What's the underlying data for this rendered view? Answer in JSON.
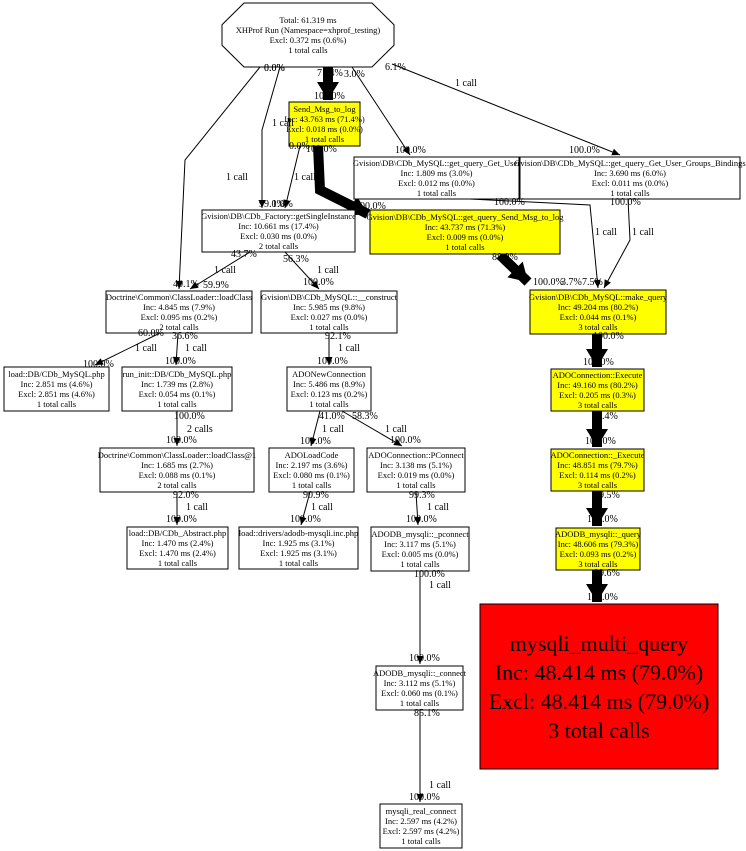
{
  "colors": {
    "highlight": "#ffff00",
    "hot": "#ff0000",
    "normal": "#ffffff",
    "stroke": "#000000"
  },
  "nodes": [
    {
      "id": "main",
      "shape": "octagon",
      "lines": [
        "Total: 61.319 ms",
        "XHProf Run (Namespace=xhprof_testing)",
        "Excl: 0.372 ms (0.6%)",
        "1 total calls"
      ]
    },
    {
      "id": "send_msg_to_log",
      "fill": "highlight",
      "lines": [
        "Send_Msg_to_log",
        "Inc: 43.763 ms (71.4%)",
        "Excl: 0.018 ms (0.0%)",
        "1 total calls"
      ]
    },
    {
      "id": "get_query_get_user",
      "lines": [
        "Gvision\\DB\\CDb_MySQL::get_query_Get_User",
        "Inc: 1.809 ms (3.0%)",
        "Excl: 0.012 ms (0.0%)",
        "1 total calls"
      ]
    },
    {
      "id": "get_query_get_user_groups_bindings",
      "lines": [
        "Gvision\\DB\\CDb_MySQL::get_query_Get_User_Groups_Bindings",
        "Inc: 3.690 ms (6.0%)",
        "Excl: 0.011 ms (0.0%)",
        "1 total calls"
      ]
    },
    {
      "id": "get_single_instance",
      "lines": [
        "Gvision\\DB\\CDb_Factory::getSingleInstance",
        "Inc: 10.661 ms (17.4%)",
        "Excl: 0.030 ms (0.0%)",
        "2 total calls"
      ]
    },
    {
      "id": "get_query_send_msg_to_log",
      "fill": "highlight",
      "lines": [
        "Gvision\\DB\\CDb_MySQL::get_query_Send_Msg_to_log",
        "Inc: 43.737 ms (71.3%)",
        "Excl: 0.009 ms (0.0%)",
        "1 total calls"
      ]
    },
    {
      "id": "load_class",
      "lines": [
        "Doctrine\\Common\\ClassLoader::loadClass",
        "Inc: 4.845 ms (7.9%)",
        "Excl: 0.095 ms (0.2%)",
        "2 total calls"
      ]
    },
    {
      "id": "construct",
      "lines": [
        "Gvision\\DB\\CDb_MySQL::__construct",
        "Inc: 5.985 ms (9.8%)",
        "Excl: 0.027 ms (0.0%)",
        "1 total calls"
      ]
    },
    {
      "id": "make_query",
      "fill": "highlight",
      "lines": [
        "Gvision\\DB\\CDb_MySQL::make_query",
        "Inc: 49.204 ms (80.2%)",
        "Excl: 0.044 ms (0.1%)",
        "3 total calls"
      ]
    },
    {
      "id": "load_cdb_mysql",
      "lines": [
        "load::DB/CDb_MySQL.php",
        "Inc: 2.851 ms (4.6%)",
        "Excl: 2.851 ms (4.6%)",
        "1 total calls"
      ]
    },
    {
      "id": "run_init_cdb_mysql",
      "lines": [
        "run_init::DB/CDb_MySQL.php",
        "Inc: 1.739 ms (2.8%)",
        "Excl: 0.054 ms (0.1%)",
        "1 total calls"
      ]
    },
    {
      "id": "ado_new_connection",
      "lines": [
        "ADONewConnection",
        "Inc: 5.486 ms (8.9%)",
        "Excl: 0.123 ms (0.2%)",
        "1 total calls"
      ]
    },
    {
      "id": "ado_execute",
      "fill": "highlight",
      "lines": [
        "ADOConnection::Execute",
        "Inc: 49.160 ms (80.2%)",
        "Excl: 0.205 ms (0.3%)",
        "3 total calls"
      ]
    },
    {
      "id": "load_class_1",
      "lines": [
        "Doctrine\\Common\\ClassLoader::loadClass@1",
        "Inc: 1.685 ms (2.7%)",
        "Excl: 0.088 ms (0.1%)",
        "2 total calls"
      ]
    },
    {
      "id": "ado_load_code",
      "lines": [
        "ADOLoadCode",
        "Inc: 2.197 ms (3.6%)",
        "Excl: 0.080 ms (0.1%)",
        "1 total calls"
      ]
    },
    {
      "id": "ado_pconnect",
      "lines": [
        "ADOConnection::PConnect",
        "Inc: 3.138 ms (5.1%)",
        "Excl: 0.019 ms (0.0%)",
        "1 total calls"
      ]
    },
    {
      "id": "ado__execute",
      "fill": "highlight",
      "lines": [
        "ADOConnection::_Execute",
        "Inc: 48.851 ms (79.7%)",
        "Excl: 0.114 ms (0.2%)",
        "3 total calls"
      ]
    },
    {
      "id": "load_cdb_abstract",
      "lines": [
        "load::DB/CDb_Abstract.php",
        "Inc: 1.470 ms (2.4%)",
        "Excl: 1.470 ms (2.4%)",
        "1 total calls"
      ]
    },
    {
      "id": "load_adodb_mysqli",
      "lines": [
        "load::drivers/adodb-mysqli.inc.php",
        "Inc: 1.925 ms (3.1%)",
        "Excl: 1.925 ms (3.1%)",
        "1 total calls"
      ]
    },
    {
      "id": "adodb_pconnect",
      "lines": [
        "ADODB_mysqli::_pconnect",
        "Inc: 3.117 ms (5.1%)",
        "Excl: 0.005 ms (0.0%)",
        "1 total calls"
      ]
    },
    {
      "id": "adodb_query",
      "fill": "highlight",
      "lines": [
        "ADODB_mysqli::_query",
        "Inc: 48.606 ms (79.3%)",
        "Excl: 0.093 ms (0.2%)",
        "3 total calls"
      ]
    },
    {
      "id": "mysqli_multi_query",
      "fill": "hot",
      "big": true,
      "lines": [
        "mysqli_multi_query",
        "Inc: 48.414 ms (79.0%)",
        "Excl: 48.414 ms (79.0%)",
        "3 total calls"
      ]
    },
    {
      "id": "adodb_connect",
      "lines": [
        "ADODB_mysqli::_connect",
        "Inc: 3.112 ms (5.1%)",
        "Excl: 0.060 ms (0.1%)",
        "1 total calls"
      ]
    },
    {
      "id": "mysqli_real_connect",
      "lines": [
        "mysqli_real_connect",
        "Inc: 2.597 ms (4.2%)",
        "Excl: 2.597 ms (4.2%)",
        "1 total calls"
      ]
    }
  ],
  "edges": [
    {
      "from": "main",
      "to": "send_msg_to_log",
      "weight": 71.4,
      "calls": "",
      "head_pct": "100.0%",
      "tail_pct": "71.4%"
    },
    {
      "from": "main",
      "to": "get_query_get_user",
      "weight": 3.0,
      "calls": "1 call",
      "head_pct": "100.0%",
      "tail_pct": "3.0%"
    },
    {
      "from": "main",
      "to": "get_query_get_user_groups_bindings",
      "weight": 6.0,
      "calls": "1 call",
      "head_pct": "100.0%",
      "tail_pct": "6.1%"
    },
    {
      "from": "main",
      "to": "get_single_instance",
      "weight": 0.5,
      "calls": "1 call",
      "head_pct": "99.0%",
      "tail_pct": "0.0%"
    },
    {
      "from": "main",
      "to": "load_class",
      "weight": 0.5,
      "calls": "1 call",
      "head_pct": "40.1%",
      "tail_pct": "0.0%"
    },
    {
      "from": "send_msg_to_log",
      "to": "get_single_instance",
      "weight": 0.5,
      "calls": "1 call",
      "head_pct": "1.0%",
      "tail_pct": "0.0%"
    },
    {
      "from": "send_msg_to_log",
      "to": "get_query_send_msg_to_log",
      "weight": 71.3,
      "calls": "",
      "head_pct": "100.0%",
      "tail_pct": "100.0%"
    },
    {
      "from": "get_query_get_user",
      "to": "make_query",
      "weight": 3.0,
      "calls": "1 call",
      "head_pct": "3.7%",
      "tail_pct": "100.0%"
    },
    {
      "from": "get_query_get_user_groups_bindings",
      "to": "make_query",
      "weight": 6.0,
      "calls": "1 call",
      "head_pct": "7.5%",
      "tail_pct": "100.0%"
    },
    {
      "from": "get_single_instance",
      "to": "load_class",
      "weight": 0.5,
      "calls": "1 call",
      "head_pct": "59.9%",
      "tail_pct": "43.7%"
    },
    {
      "from": "get_single_instance",
      "to": "construct",
      "weight": 0.5,
      "calls": "1 call",
      "head_pct": "100.0%",
      "tail_pct": "56.3%"
    },
    {
      "from": "get_query_send_msg_to_log",
      "to": "make_query",
      "weight": 71.3,
      "calls": "",
      "head_pct": "88.9%",
      "tail_pct": "100.0%"
    },
    {
      "from": "load_class",
      "to": "load_cdb_mysql",
      "weight": 0.5,
      "calls": "1 call",
      "head_pct": "100.0%",
      "tail_pct": "60.0%"
    },
    {
      "from": "load_class",
      "to": "run_init_cdb_mysql",
      "weight": 0.5,
      "calls": "1 call",
      "head_pct": "100.0%",
      "tail_pct": "36.6%"
    },
    {
      "from": "construct",
      "to": "ado_new_connection",
      "weight": 0.5,
      "calls": "1 call",
      "head_pct": "100.0%",
      "tail_pct": "92.1%"
    },
    {
      "from": "make_query",
      "to": "ado_execute",
      "weight": 80.2,
      "calls": "",
      "head_pct": "100.0%",
      "tail_pct": "100.0%"
    },
    {
      "from": "run_init_cdb_mysql",
      "to": "load_class_1",
      "weight": 0.5,
      "calls": "2 calls",
      "head_pct": "100.0%",
      "tail_pct": "100.0%"
    },
    {
      "from": "ado_new_connection",
      "to": "ado_load_code",
      "weight": 0.5,
      "calls": "1 call",
      "head_pct": "100.0%",
      "tail_pct": "41.0%"
    },
    {
      "from": "ado_new_connection",
      "to": "ado_pconnect",
      "weight": 0.5,
      "calls": "1 call",
      "head_pct": "100.0%",
      "tail_pct": "58.3%"
    },
    {
      "from": "ado_execute",
      "to": "ado__execute",
      "weight": 79.7,
      "calls": "",
      "head_pct": "100.0%",
      "tail_pct": "99.4%"
    },
    {
      "from": "load_class_1",
      "to": "load_cdb_abstract",
      "weight": 0.5,
      "calls": "1 call",
      "head_pct": "100.0%",
      "tail_pct": "92.0%"
    },
    {
      "from": "ado_load_code",
      "to": "load_adodb_mysqli",
      "weight": 0.5,
      "calls": "1 call",
      "head_pct": "100.0%",
      "tail_pct": "90.9%"
    },
    {
      "from": "ado_pconnect",
      "to": "adodb_pconnect",
      "weight": 0.5,
      "calls": "1 call",
      "head_pct": "100.0%",
      "tail_pct": "99.3%"
    },
    {
      "from": "ado__execute",
      "to": "adodb_query",
      "weight": 79.3,
      "calls": "",
      "head_pct": "100.0%",
      "tail_pct": "99.5%"
    },
    {
      "from": "adodb_pconnect",
      "to": "adodb_connect",
      "weight": 0.5,
      "calls": "1 call",
      "head_pct": "100.0%",
      "tail_pct": "100.0%"
    },
    {
      "from": "adodb_query",
      "to": "mysqli_multi_query",
      "weight": 79.0,
      "calls": "",
      "head_pct": "100.0%",
      "tail_pct": "99.6%"
    },
    {
      "from": "adodb_connect",
      "to": "mysqli_real_connect",
      "weight": 0.5,
      "calls": "1 call",
      "head_pct": "100.0%",
      "tail_pct": "85.1%"
    }
  ]
}
